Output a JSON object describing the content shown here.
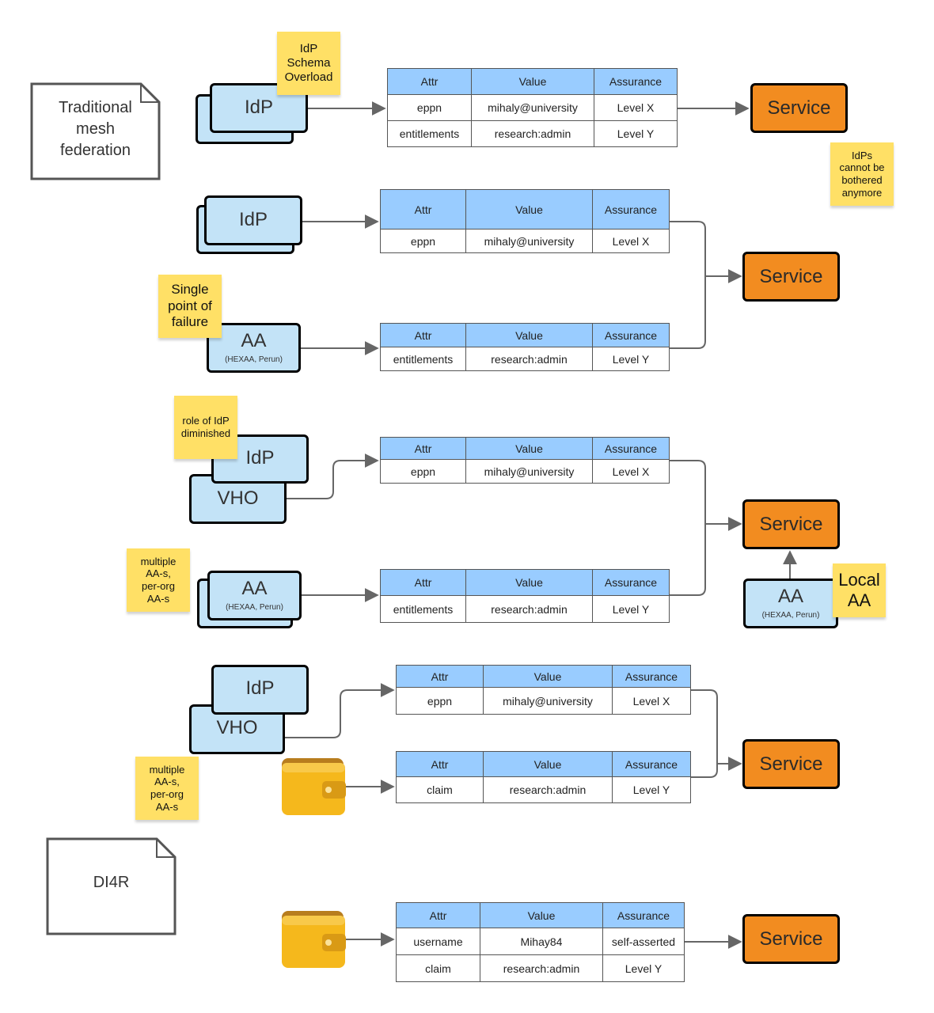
{
  "docs": {
    "traditional": "Traditional\nmesh\nfederation",
    "di4r": "DI4R"
  },
  "labels": {
    "idp": "IdP",
    "aa": "AA",
    "vho": "VHO",
    "service": "Service",
    "aa_sub": "(HEXAA, Perun)"
  },
  "notes": {
    "schema_overload": "IdP\nSchema\nOverload",
    "idps_bothered": "IdPs\ncannot be\nbothered\nanymore",
    "single_point": "Single\npoint of\nfailure",
    "role_diminished": "role of IdP\ndiminished",
    "multiple_aa_1": "multiple\nAA-s,\nper-org\nAA-s",
    "local_aa": "Local\nAA",
    "multiple_aa_2": "multiple\nAA-s,\nper-org\nAA-s"
  },
  "tables": {
    "header": {
      "attr": "Attr",
      "value": "Value",
      "assurance": "Assurance"
    },
    "t1": {
      "rows": [
        [
          "eppn",
          "mihaly@university",
          "Level X"
        ],
        [
          "entitlements",
          "research:admin",
          "Level Y"
        ]
      ]
    },
    "t2a": {
      "rows": [
        [
          "eppn",
          "mihaly@university",
          "Level X"
        ]
      ]
    },
    "t2b": {
      "rows": [
        [
          "entitlements",
          "research:admin",
          "Level Y"
        ]
      ]
    },
    "t3a": {
      "rows": [
        [
          "eppn",
          "mihaly@university",
          "Level X"
        ]
      ]
    },
    "t3b": {
      "rows": [
        [
          "entitlements",
          "research:admin",
          "Level Y"
        ]
      ]
    },
    "t4a": {
      "rows": [
        [
          "eppn",
          "mihaly@university",
          "Level X"
        ]
      ]
    },
    "t4b": {
      "rows": [
        [
          "claim",
          "research:admin",
          "Level Y"
        ]
      ]
    },
    "t5": {
      "rows": [
        [
          "username",
          "Mihay84",
          "self-asserted"
        ],
        [
          "claim",
          "research:admin",
          "Level Y"
        ]
      ]
    }
  },
  "colors": {
    "entity_fill": "#c3e3f7",
    "service_fill": "#f28c20",
    "note_fill": "#ffe066",
    "table_header": "#99ccff",
    "wallet": "wallet-icon"
  }
}
